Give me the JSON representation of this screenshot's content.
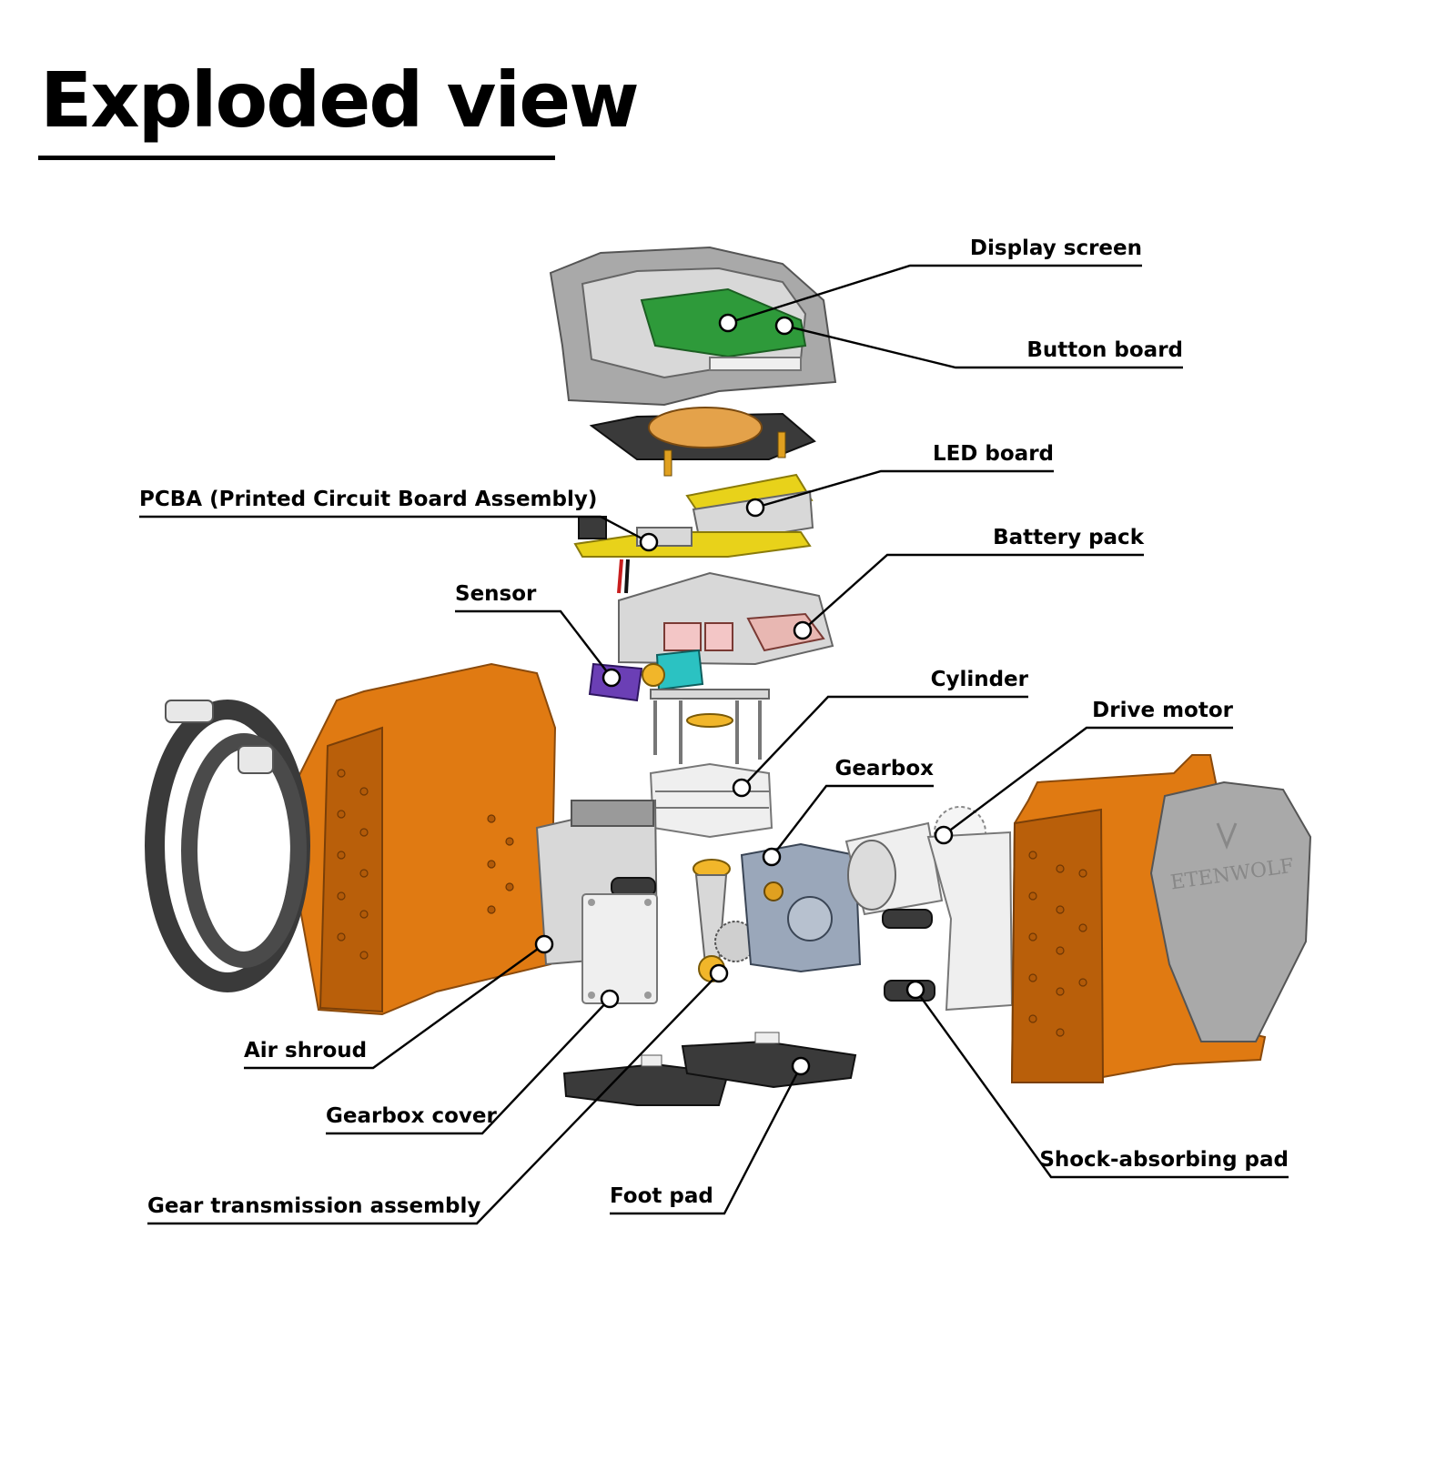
{
  "title": "Exploded view",
  "brand_logo": "ETENWOLF",
  "colors": {
    "frame_orange": "#e07a12",
    "shell_grey": "#a9a9a9",
    "pcb_green": "#2e9a3a",
    "pcb_yellow": "#e8d21a",
    "hose_dark": "#3a3a3a"
  },
  "labels": {
    "display_screen": "Display screen",
    "button_board": "Button board",
    "led_board": "LED board",
    "pcba": "PCBA (Printed Circuit Board Assembly)",
    "battery_pack": "Battery pack",
    "sensor": "Sensor",
    "cylinder": "Cylinder",
    "drive_motor": "Drive motor",
    "gearbox": "Gearbox",
    "air_shroud": "Air shroud",
    "gearbox_cover": "Gearbox cover",
    "gear_transmission_assembly": "Gear transmission assembly",
    "foot_pad": "Foot pad",
    "shock_absorbing_pad": "Shock-absorbing pad"
  }
}
